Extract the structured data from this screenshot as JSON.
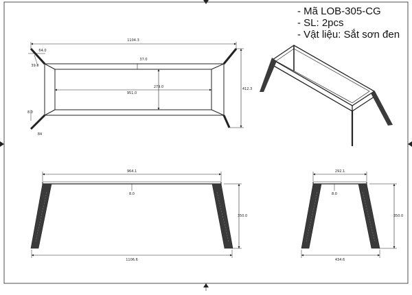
{
  "notes": {
    "code": "- Mã LOB-305-CG",
    "quantity": "- SL: 2pcs",
    "material": "- Vật liệu: Sắt sơn đen"
  },
  "dims": {
    "top_length": "1104.3",
    "top_depth": "412.3",
    "inner_length": "951.0",
    "inner_depth": "279.0",
    "rail_offset": "37.0",
    "leg_projection": "64.0",
    "leg_offset": "39.0",
    "tube_thickness": "8.0",
    "leg_tip": "84",
    "front_top": "964.1",
    "front_thickness": "8.0",
    "front_height": "350.0",
    "front_bottom": "1106.6",
    "side_top": "292.1",
    "side_thickness": "8.0",
    "side_height": "350.0",
    "side_bottom": "434.6"
  },
  "colors": {
    "line": "#222222",
    "leg_fill": "#3a3a3a"
  }
}
